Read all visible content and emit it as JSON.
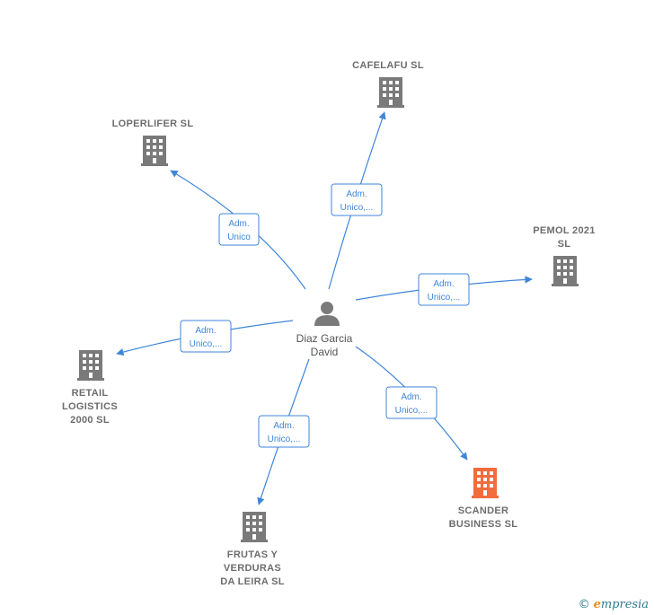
{
  "center": {
    "name_line1": "Diaz Garcia",
    "name_line2": "David",
    "icon": "person-icon"
  },
  "companies": [
    {
      "id": "cafelafu",
      "lines": [
        "CAFELAFU SL"
      ],
      "role_line1": "Adm.",
      "role_line2": "Unico,...",
      "icon": "building-icon",
      "color": "#7a7a7a"
    },
    {
      "id": "loperlifer",
      "lines": [
        "LOPERLIFER SL"
      ],
      "role_line1": "Adm.",
      "role_line2": "Unico",
      "icon": "building-icon",
      "color": "#7a7a7a"
    },
    {
      "id": "pemol",
      "lines": [
        "PEMOL 2021",
        "SL"
      ],
      "role_line1": "Adm.",
      "role_line2": "Unico,...",
      "icon": "building-icon",
      "color": "#7a7a7a"
    },
    {
      "id": "retail",
      "lines": [
        "RETAIL",
        "LOGISTICS",
        "2000  SL"
      ],
      "role_line1": "Adm.",
      "role_line2": "Unico,...",
      "icon": "building-icon",
      "color": "#7a7a7a"
    },
    {
      "id": "scander",
      "lines": [
        "SCANDER",
        "BUSINESS  SL"
      ],
      "role_line1": "Adm.",
      "role_line2": "Unico,...",
      "icon": "building-icon",
      "color": "#f26c3c"
    },
    {
      "id": "frutas",
      "lines": [
        "FRUTAS Y",
        "VERDURAS",
        "DA LEIRA  SL"
      ],
      "role_line1": "Adm.",
      "role_line2": "Unico,...",
      "icon": "building-icon",
      "color": "#7a7a7a"
    }
  ],
  "copyright": {
    "symbol": "©",
    "brand_first": "e",
    "brand_rest": "mpresia"
  }
}
